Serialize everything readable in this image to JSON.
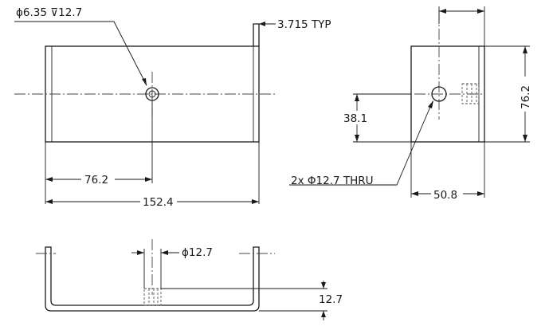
{
  "annotations": {
    "hole_callout": "ϕ6.35 ⊽12.7",
    "flange_thickness": "3.715 TYP",
    "front_hole_position": "76.2",
    "front_overall_width": "152.4",
    "side_height": "76.2",
    "side_hole_height": "38.1",
    "side_thru_holes": "2x Φ12.7 THRU",
    "side_depth": "50.8",
    "bottom_hole_diameter": "ϕ12.7",
    "bottom_height": "12.7"
  }
}
